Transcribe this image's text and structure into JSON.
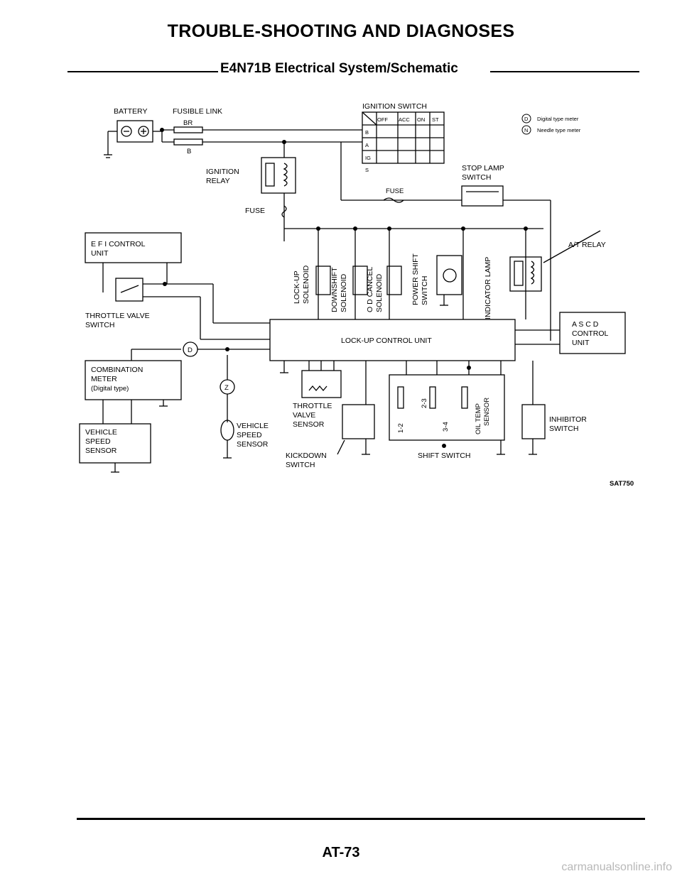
{
  "header": {
    "title": "TROUBLE-SHOOTING AND DIAGNOSES",
    "subtitle": "E4N71B Electrical System/Schematic"
  },
  "diagram": {
    "battery": "BATTERY",
    "fusible_link": "FUSIBLE LINK",
    "br": "BR",
    "b": "B",
    "ignition_switch": "IGNITION SWITCH",
    "ign_cols": [
      "OFF",
      "ACC",
      "ON",
      "ST"
    ],
    "ign_rows": [
      "B",
      "A",
      "IG",
      "S"
    ],
    "legend_d_sym": "D",
    "legend_d": "Digital type meter",
    "legend_n_sym": "N",
    "legend_n": "Needle type meter",
    "ignition_relay_1": "IGNITION",
    "ignition_relay_2": "RELAY",
    "fuse_upper": "FUSE",
    "fuse_left": "FUSE",
    "stop_lamp_1": "STOP LAMP",
    "stop_lamp_2": "SWITCH",
    "efi_1": "E F I  CONTROL",
    "efi_2": "UNIT",
    "throttle_switch_1": "THROTTLE VALVE",
    "throttle_switch_2": "SWITCH",
    "at_relay": "A/T RELAY",
    "lockup_1": "LOCK-UP",
    "lockup_2": "SOLENOID",
    "downshift_1": "DOWNSHIFT",
    "downshift_2": "SOLENOID",
    "od_1": "O D  CANCEL",
    "od_2": "SOLENOID",
    "power_1": "POWER SHIFT",
    "power_2": "SWITCH",
    "indicator": "INDICATOR LAMP",
    "lockup_unit": "LOCK-UP CONTROL UNIT",
    "ascd_1": "A S C D",
    "ascd_2": "CONTROL",
    "ascd_3": "UNIT",
    "combination_1": "COMBINATION",
    "combination_2": "METER",
    "combination_3": "(Digital type)",
    "d_sym": "D",
    "z_sym": "Z",
    "vss_left_1": "VEHICLE",
    "vss_left_2": "SPEED",
    "vss_left_3": "SENSOR",
    "vss_right_1": "VEHICLE",
    "vss_right_2": "SPEED",
    "vss_right_3": "SENSOR",
    "throttle_sensor_1": "THROTTLE",
    "throttle_sensor_2": "VALVE",
    "throttle_sensor_3": "SENSOR",
    "kickdown_1": "KICKDOWN",
    "kickdown_2": "SWITCH",
    "sw_12": "1-2",
    "sw_23": "2-3",
    "sw_34": "3-4",
    "oil_temp_1": "OIL TEMP",
    "oil_temp_2": "SENSOR",
    "shift_switch": "SHIFT SWITCH",
    "inhibitor_1": "INHIBITOR",
    "inhibitor_2": "SWITCH",
    "figure_code": "SAT750"
  },
  "footer": {
    "page_number": "AT-73",
    "watermark": "carmanualsonline.info"
  }
}
